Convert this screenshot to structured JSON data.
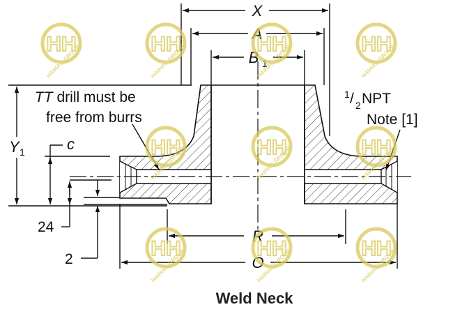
{
  "dimensions": {
    "X": "X",
    "A": "A",
    "B1_main": "B",
    "B1_sub": "1",
    "Y1_main": "Y",
    "Y1_sub": "1",
    "c": "c",
    "R": "R",
    "O": "O",
    "d24": "24",
    "d2": "2"
  },
  "notes": {
    "tt_italic": "TT",
    "tt_rest": " drill must be",
    "tt_line2": "free from burrs",
    "npt_half": "1",
    "npt_slash": "/",
    "npt_den": "2",
    "npt_rest": " NPT",
    "note1": "Note [1]"
  },
  "caption": "Weld Neck",
  "watermark": {
    "monogram": "HH",
    "text": "HAIHAO GROUP",
    "color": "#d8c95a"
  }
}
